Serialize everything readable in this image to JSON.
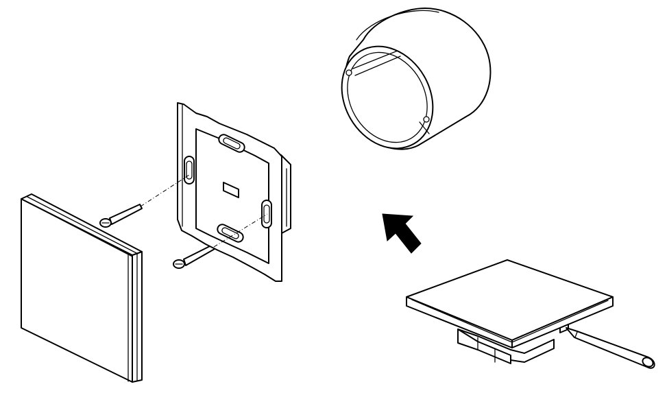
{
  "diagram": {
    "stroke_color": "#000000",
    "background_color": "#ffffff",
    "arrow_color": "#000000",
    "components": [
      {
        "id": "front-panel",
        "icon": "rectangular-cover-plate"
      },
      {
        "id": "mounting-frame",
        "icon": "metal-mounting-bracket"
      },
      {
        "id": "screw-1",
        "icon": "screw"
      },
      {
        "id": "screw-2",
        "icon": "screw"
      },
      {
        "id": "wall-box",
        "icon": "round-wall-box"
      },
      {
        "id": "switch-module",
        "icon": "touch-switch-module"
      },
      {
        "id": "screwdriver",
        "icon": "flat-screwdriver"
      },
      {
        "id": "direction-arrow",
        "icon": "arrow-up-left-icon"
      }
    ]
  }
}
